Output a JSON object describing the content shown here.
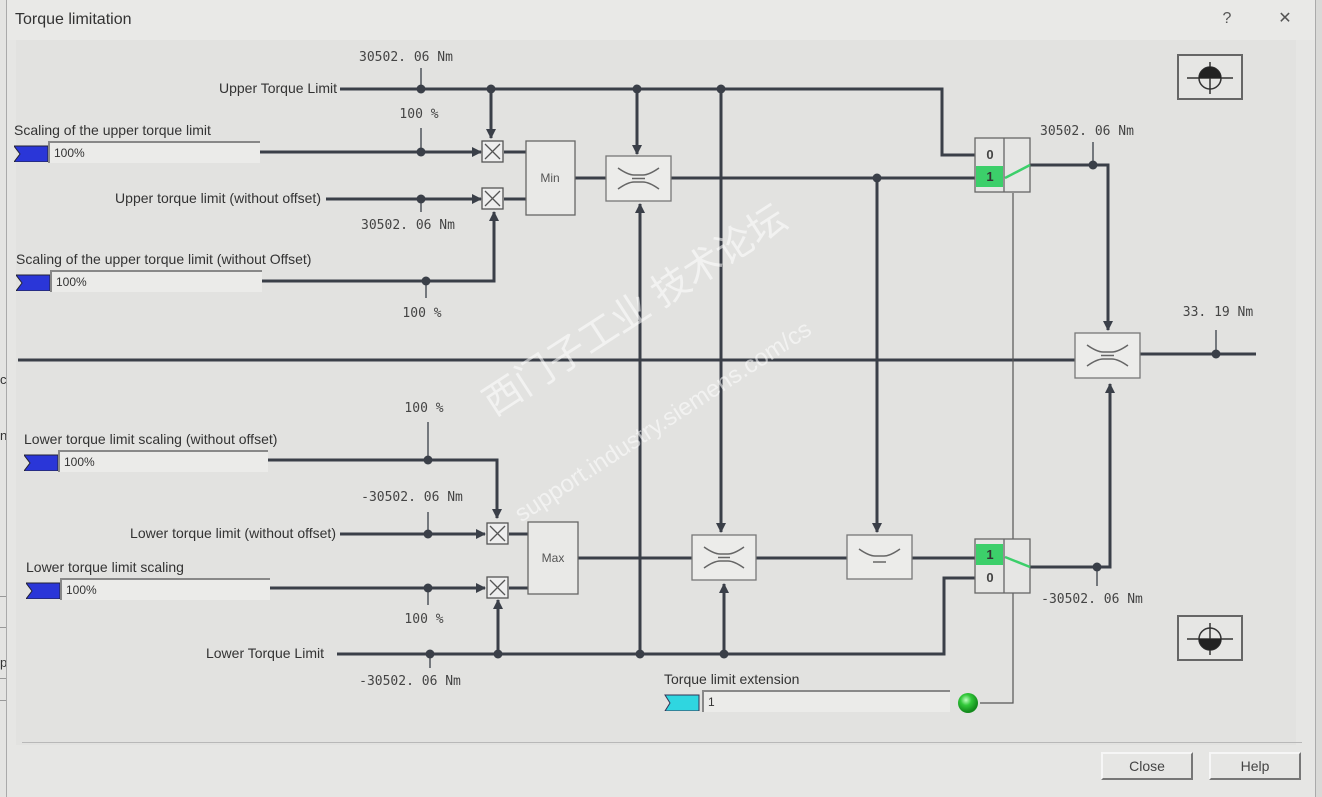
{
  "window": {
    "title": "Torque limitation",
    "help_glyph": "?",
    "close_glyph": "✕"
  },
  "background_app": {
    "fragments": [
      "c",
      "ng",
      "pon"
    ]
  },
  "upper": {
    "upper_torque_limit": {
      "label": "Upper Torque Limit",
      "value": "30502. 06 Nm"
    },
    "scaling_upper": {
      "label": "Scaling of the upper torque limit",
      "field_value": "100%",
      "value": "100 %"
    },
    "upper_without_offset": {
      "label": "Upper torque limit (without offset)",
      "value": "30502. 06 Nm"
    },
    "scaling_upper_without_offset": {
      "label": "Scaling of the upper torque limit (without Offset)",
      "field_value": "100%",
      "value": "100 %"
    },
    "min_block": "Min",
    "switch_output": "30502. 06 Nm",
    "switch_labels": [
      "0",
      "1"
    ],
    "switch_active": "1"
  },
  "output": {
    "value": "33. 19 Nm"
  },
  "lower": {
    "scaling_lower_without_offset": {
      "label": "Lower torque limit scaling (without offset)",
      "field_value": "100%",
      "value": "100 %"
    },
    "lower_without_offset": {
      "label": "Lower torque limit (without offset)",
      "value": "-30502. 06 Nm"
    },
    "scaling_lower": {
      "label": "Lower torque limit scaling",
      "field_value": "100%",
      "value": "100 %"
    },
    "lower_torque_limit": {
      "label": "Lower Torque Limit",
      "value": "-30502. 06 Nm"
    },
    "max_block": "Max",
    "switch_output": "-30502. 06 Nm",
    "switch_labels": [
      "1",
      "0"
    ],
    "switch_active": "1"
  },
  "extension": {
    "label": "Torque limit extension",
    "field_value": "1",
    "status": "on"
  },
  "buttons": {
    "close": "Close",
    "help": "Help"
  },
  "watermark": {
    "line1": "西门子工业  技术论坛",
    "line2": "support.industry.siemens.com/cs"
  },
  "colors": {
    "active_green": "#3ccf6a",
    "flag_blue": "#2a36d8",
    "flag_cyan": "#2fd6e0",
    "led_green": "#2cc63a",
    "wire": "#3a3f48"
  }
}
